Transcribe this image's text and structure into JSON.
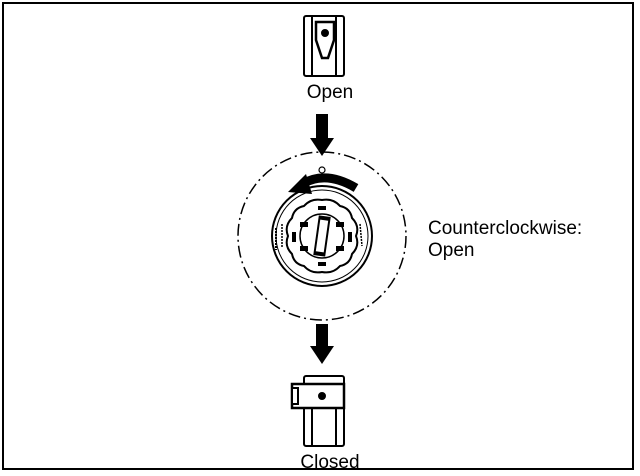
{
  "labels": {
    "open": "Open",
    "closed": "Closed",
    "instruction_line1": "Counterclockwise:",
    "instruction_line2": "Open"
  },
  "icons": {
    "open_latch": "latch-open-icon",
    "closed_latch": "latch-closed-icon",
    "down_arrow": "arrow-down-icon",
    "rotate_arrow": "rotate-counterclockwise-icon",
    "cap": "fuel-cap-knob-icon"
  },
  "colors": {
    "line": "#000000",
    "background": "#ffffff"
  }
}
